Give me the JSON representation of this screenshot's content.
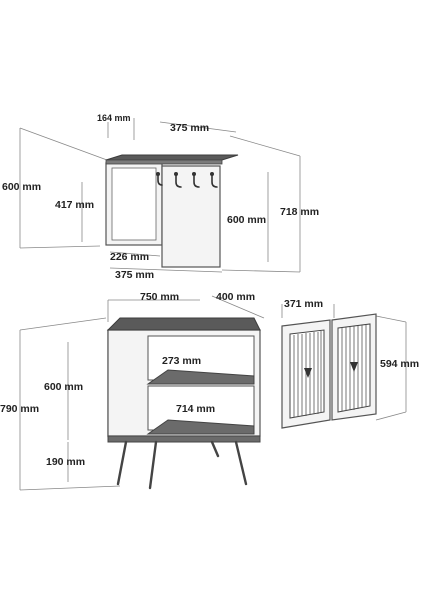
{
  "labels": {
    "hanger_side_depth": "164 mm",
    "hanger_top_width": "375 mm",
    "hanger_left_height": "600 mm",
    "hanger_mirror_height": "417 mm",
    "hanger_right_panel_height": "600 mm",
    "hanger_total_height": "718 mm",
    "hanger_mirror_width": "226 mm",
    "hanger_bottom_width": "375 mm",
    "cabinet_width": "750 mm",
    "cabinet_depth": "400 mm",
    "door_width": "371 mm",
    "door_height": "594 mm",
    "cabinet_inner_height": "273 mm",
    "cabinet_body_height": "600 mm",
    "cabinet_total_height": "790 mm",
    "cabinet_inner_width": "714 mm",
    "cabinet_leg_height": "190 mm"
  }
}
